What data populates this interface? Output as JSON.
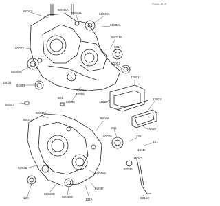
{
  "diagram": {
    "reference_code": "E1111 3774",
    "colors": {
      "ink": "#222222",
      "paper": "#ffffff",
      "shade": "#9a9a9a"
    },
    "labels": {
      "p92043_top": "92043",
      "p92045A_top": "92045A",
      "p92045C": "92045C",
      "p92049A_top": "92049A",
      "p92002A_top": "92002A",
      "p92042_top": "92042",
      "p92022A": "92022A",
      "p601A": "601A",
      "p92045A_mid": "92045A",
      "p92002": "92002",
      "p11009A": "11009A",
      "p92001": "92001",
      "p14001": "14001",
      "p92055": "92055",
      "p11009": "11009",
      "p92045": "92045",
      "p601_left": "601",
      "p92043_mid": "92043",
      "p92044A": "92044A",
      "p12021": "12021",
      "p12022": "12022",
      "p16050": "16050",
      "p221_a": "221",
      "p221_b": "221",
      "p92046": "92046",
      "p131B": "131B",
      "p601_right": "601",
      "p92049B": "92049B",
      "p92049": "92049",
      "p92049C": "92049C",
      "p92037": "92037",
      "p130": "130",
      "p92045B": "92045B",
      "p132A": "132A",
      "p92153": "92153",
      "p92043_low": "92043",
      "p92045_low": "92045",
      "p14043": "14043",
      "p92035": "92035"
    }
  }
}
